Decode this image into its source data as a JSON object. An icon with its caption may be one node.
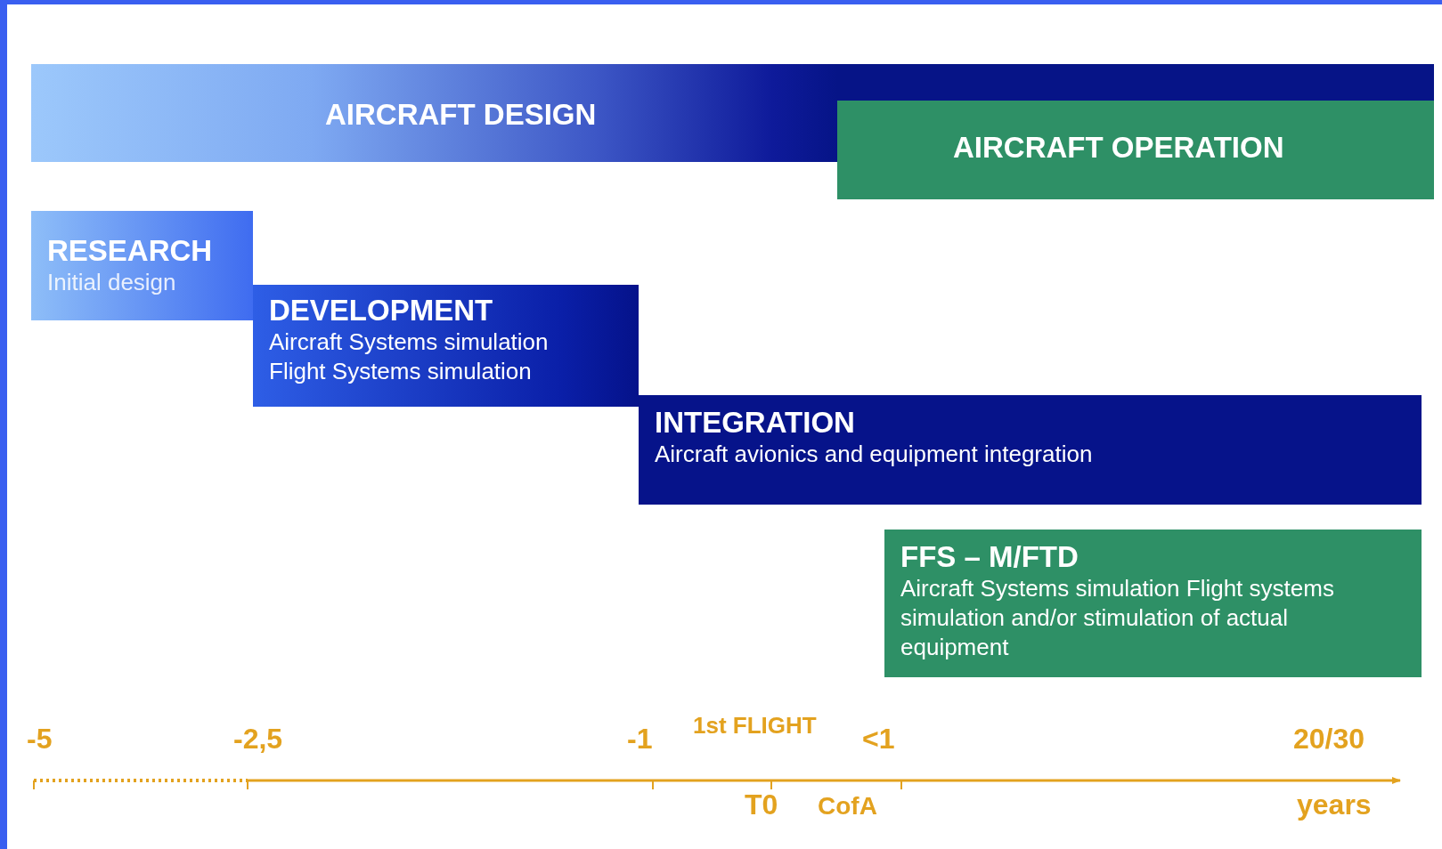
{
  "diagram": {
    "nodes": [
      {
        "text": [
          "AIRCRAFT DESIGN"
        ]
      },
      {
        "text": [
          "AIRCRAFT OPERATION"
        ]
      },
      {
        "text": [
          "RESEARCH",
          "Initial design"
        ]
      },
      {
        "text": [
          "DEVELOPMENT",
          "Aircraft Systems simulation Flight Systems simulation"
        ]
      },
      {
        "text": [
          "INTEGRATION",
          "Aircraft avionics and equipment integration"
        ]
      },
      {
        "text": [
          "FFS – M/FTD",
          "Aircraft Systems simulation Flight systems simulation and/or stimulation of actual equipment"
        ]
      }
    ],
    "edges": [],
    "labels": [
      "-5",
      "-2,5",
      "-1",
      "1st FLIGHT",
      "<1",
      "20/30",
      "T0",
      "CofA",
      "years"
    ]
  }
}
